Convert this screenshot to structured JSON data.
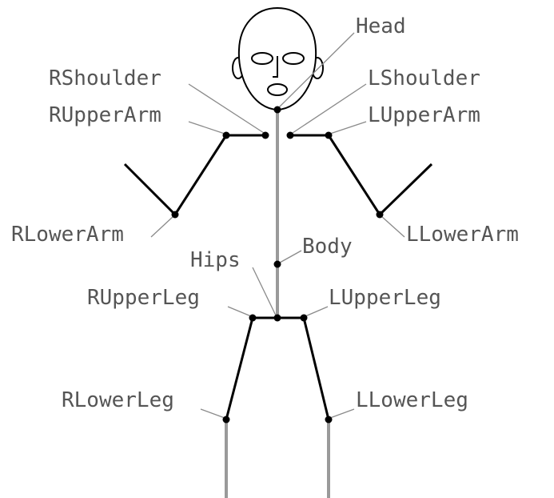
{
  "labels": {
    "head": "Head",
    "rshoulder": "RShoulder",
    "lshoulder": "LShoulder",
    "rupperarm": "RUpperArm",
    "lupperarm": "LUpperArm",
    "rlowerarm": "RLowerArm",
    "llowerarm": "LLowerArm",
    "body": "Body",
    "hips": "Hips",
    "rupperleg": "RUpperLeg",
    "lupperleg": "LUpperLeg",
    "rlowerleg": "RLowerLeg",
    "llowerleg": "LLowerLeg"
  },
  "colors": {
    "label_text": "#555555",
    "leader_line": "#8a8a8a",
    "bone_dark": "#000000",
    "bone_gray": "#9a9a9a",
    "joint": "#000000"
  }
}
